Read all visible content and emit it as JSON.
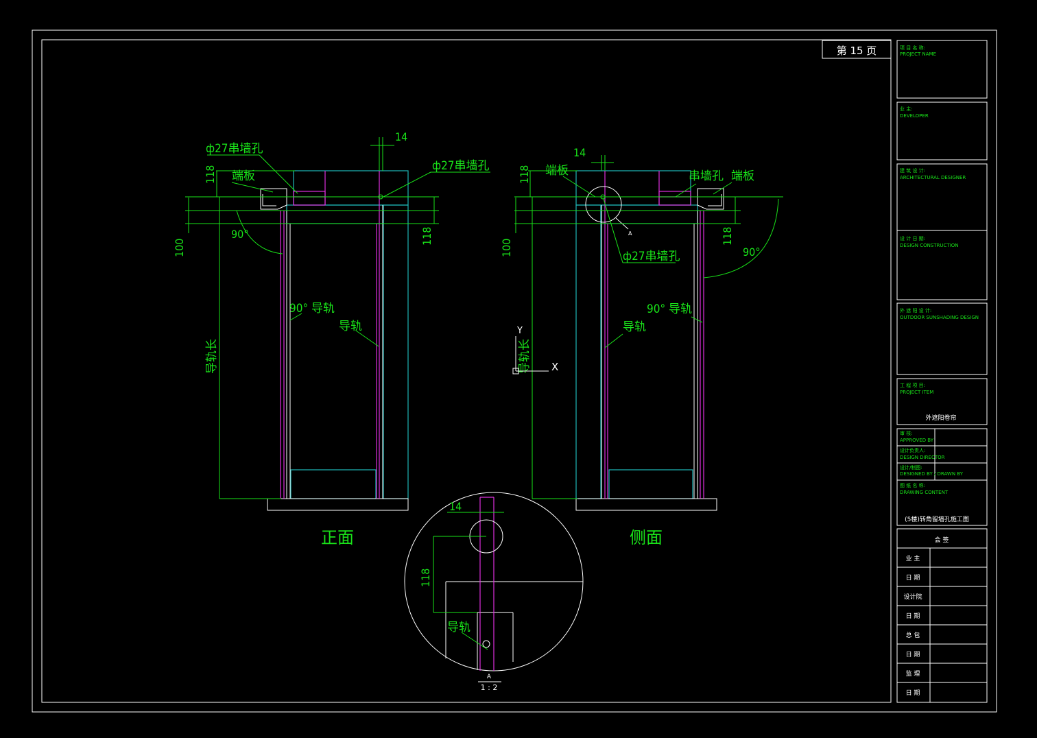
{
  "sheet": {
    "page_label": "第 15 页"
  },
  "title_block": {
    "project_name": {
      "cn": "项 目 名 称:",
      "en": "PROJECT NAME"
    },
    "owner": {
      "cn": "业    主:",
      "en": "DEVELOPER"
    },
    "architect": {
      "cn": "建 筑 设 计:",
      "en": "ARCHITECTURAL DESIGNER"
    },
    "design_date": {
      "cn": "设 计 日 期:",
      "en": "DESIGN   CONSTRUCTION"
    },
    "shading_design": {
      "cn": "外 遮 阳 设 计:",
      "en": "OUTDOOR SUNSHADING DESIGN"
    },
    "project_item": {
      "cn": "工 程 项 目:",
      "en": "PROJECT ITEM",
      "value": "外遮阳卷帘"
    },
    "approval_rows": [
      {
        "cn": "审   核:",
        "en": "APPROVED BY"
      },
      {
        "cn": "设计负责人:",
        "en": "DESIGN DIRECTOR"
      },
      {
        "cn": "设计/制图:",
        "en": "DESIGNED BY / DRAWN BY"
      }
    ],
    "drawing_content": {
      "cn": "图 纸 名 称:",
      "en": "DRAWING CONTENT",
      "value": "(5楼)转角留墙孔施工图"
    },
    "signoff_title": "会    签",
    "signoff_rows": [
      "业  主",
      "日  期",
      "设计院",
      "日  期",
      "总  包",
      "日  期",
      "监  理",
      "日  期"
    ]
  },
  "front_view": {
    "title": "正面",
    "labels": {
      "hole": "ф27串墙孔",
      "hole_right": "ф27串墙孔",
      "end_plate": "端板",
      "angle": "90°",
      "rail_90": "90° 导轨",
      "rail": "导轨",
      "rail_length": "导轨长"
    },
    "dimensions": {
      "d14": "14",
      "d118_top": "118",
      "d118_right": "118",
      "d100": "100"
    }
  },
  "side_view": {
    "title": "侧面",
    "labels": {
      "end_plate_left": "端板",
      "hole_label": "串墙孔",
      "end_plate_right": "端板",
      "hole": "ф27串墙孔",
      "angle": "90°",
      "rail_90": "90° 导轨",
      "rail": "导轨",
      "rail_length": "导轨长",
      "section_marker": "A"
    },
    "dimensions": {
      "d14": "14",
      "d118_top": "118",
      "d118_right": "118",
      "d100": "100"
    },
    "ucs": {
      "y": "Y",
      "x": "X"
    }
  },
  "detail": {
    "label_rail": "导轨",
    "dimensions": {
      "d14": "14",
      "d118": "118"
    },
    "marker": "A",
    "scale": "1 : 2"
  }
}
